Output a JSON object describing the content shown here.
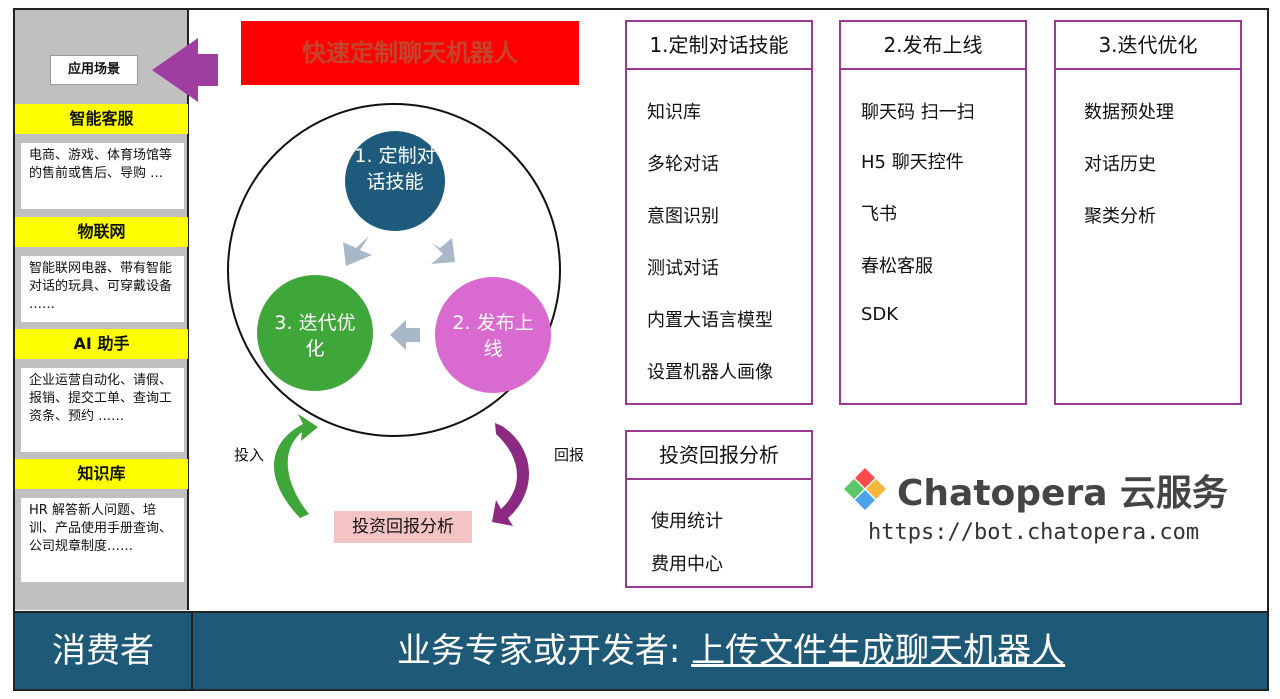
{
  "sidebar": {
    "label": "应用场景",
    "scenarios": [
      {
        "title": "智能客服",
        "desc": "电商、游戏、体育场馆等的售前或售后、导购 …"
      },
      {
        "title": "物联网",
        "desc": "智能联网电器、带有智能对话的玩具、可穿戴设备 ……"
      },
      {
        "title": "AI 助手",
        "desc": "企业运营自动化、请假、报销、提交工单、查询工资条、预约 ……"
      },
      {
        "title": "知识库",
        "desc": "HR 解答新人问题、培训、产品使用手册查询、公司规章制度……"
      }
    ]
  },
  "banner": "快速定制聊天机器人",
  "cycle": {
    "node1": "1. 定制对话技能",
    "node2": "2. 发布上线",
    "node3": "3. 迭代优化",
    "invest": "投入",
    "return": "回报",
    "roi": "投资回报分析"
  },
  "cards": [
    {
      "title": "1.定制对话技能",
      "items": [
        "知识库",
        "多轮对话",
        "意图识别",
        "测试对话",
        "内置大语言模型",
        "设置机器人画像"
      ]
    },
    {
      "title": "2.发布上线",
      "items": [
        "聊天码 扫一扫",
        "H5 聊天控件",
        "飞书",
        "春松客服",
        "SDK"
      ]
    },
    {
      "title": "3.迭代优化",
      "items": [
        "数据预处理",
        "对话历史",
        "聚类分析"
      ]
    },
    {
      "title": "投资回报分析",
      "items": [
        "使用统计",
        "费用中心"
      ]
    }
  ],
  "brand": {
    "name": "Chatopera 云服务",
    "url": "https://bot.chatopera.com"
  },
  "bottom": {
    "consumer": "消费者",
    "dev_prefix": "业务专家或开发者:",
    "dev_link": "上传文件生成聊天机器人"
  },
  "colors": {
    "node1": "#1d5a7c",
    "node2": "#d86ad0",
    "node3": "#3fa73a",
    "banner": "#ff0000",
    "card_border": "#9b3a96",
    "footer": "#1e5a78"
  }
}
